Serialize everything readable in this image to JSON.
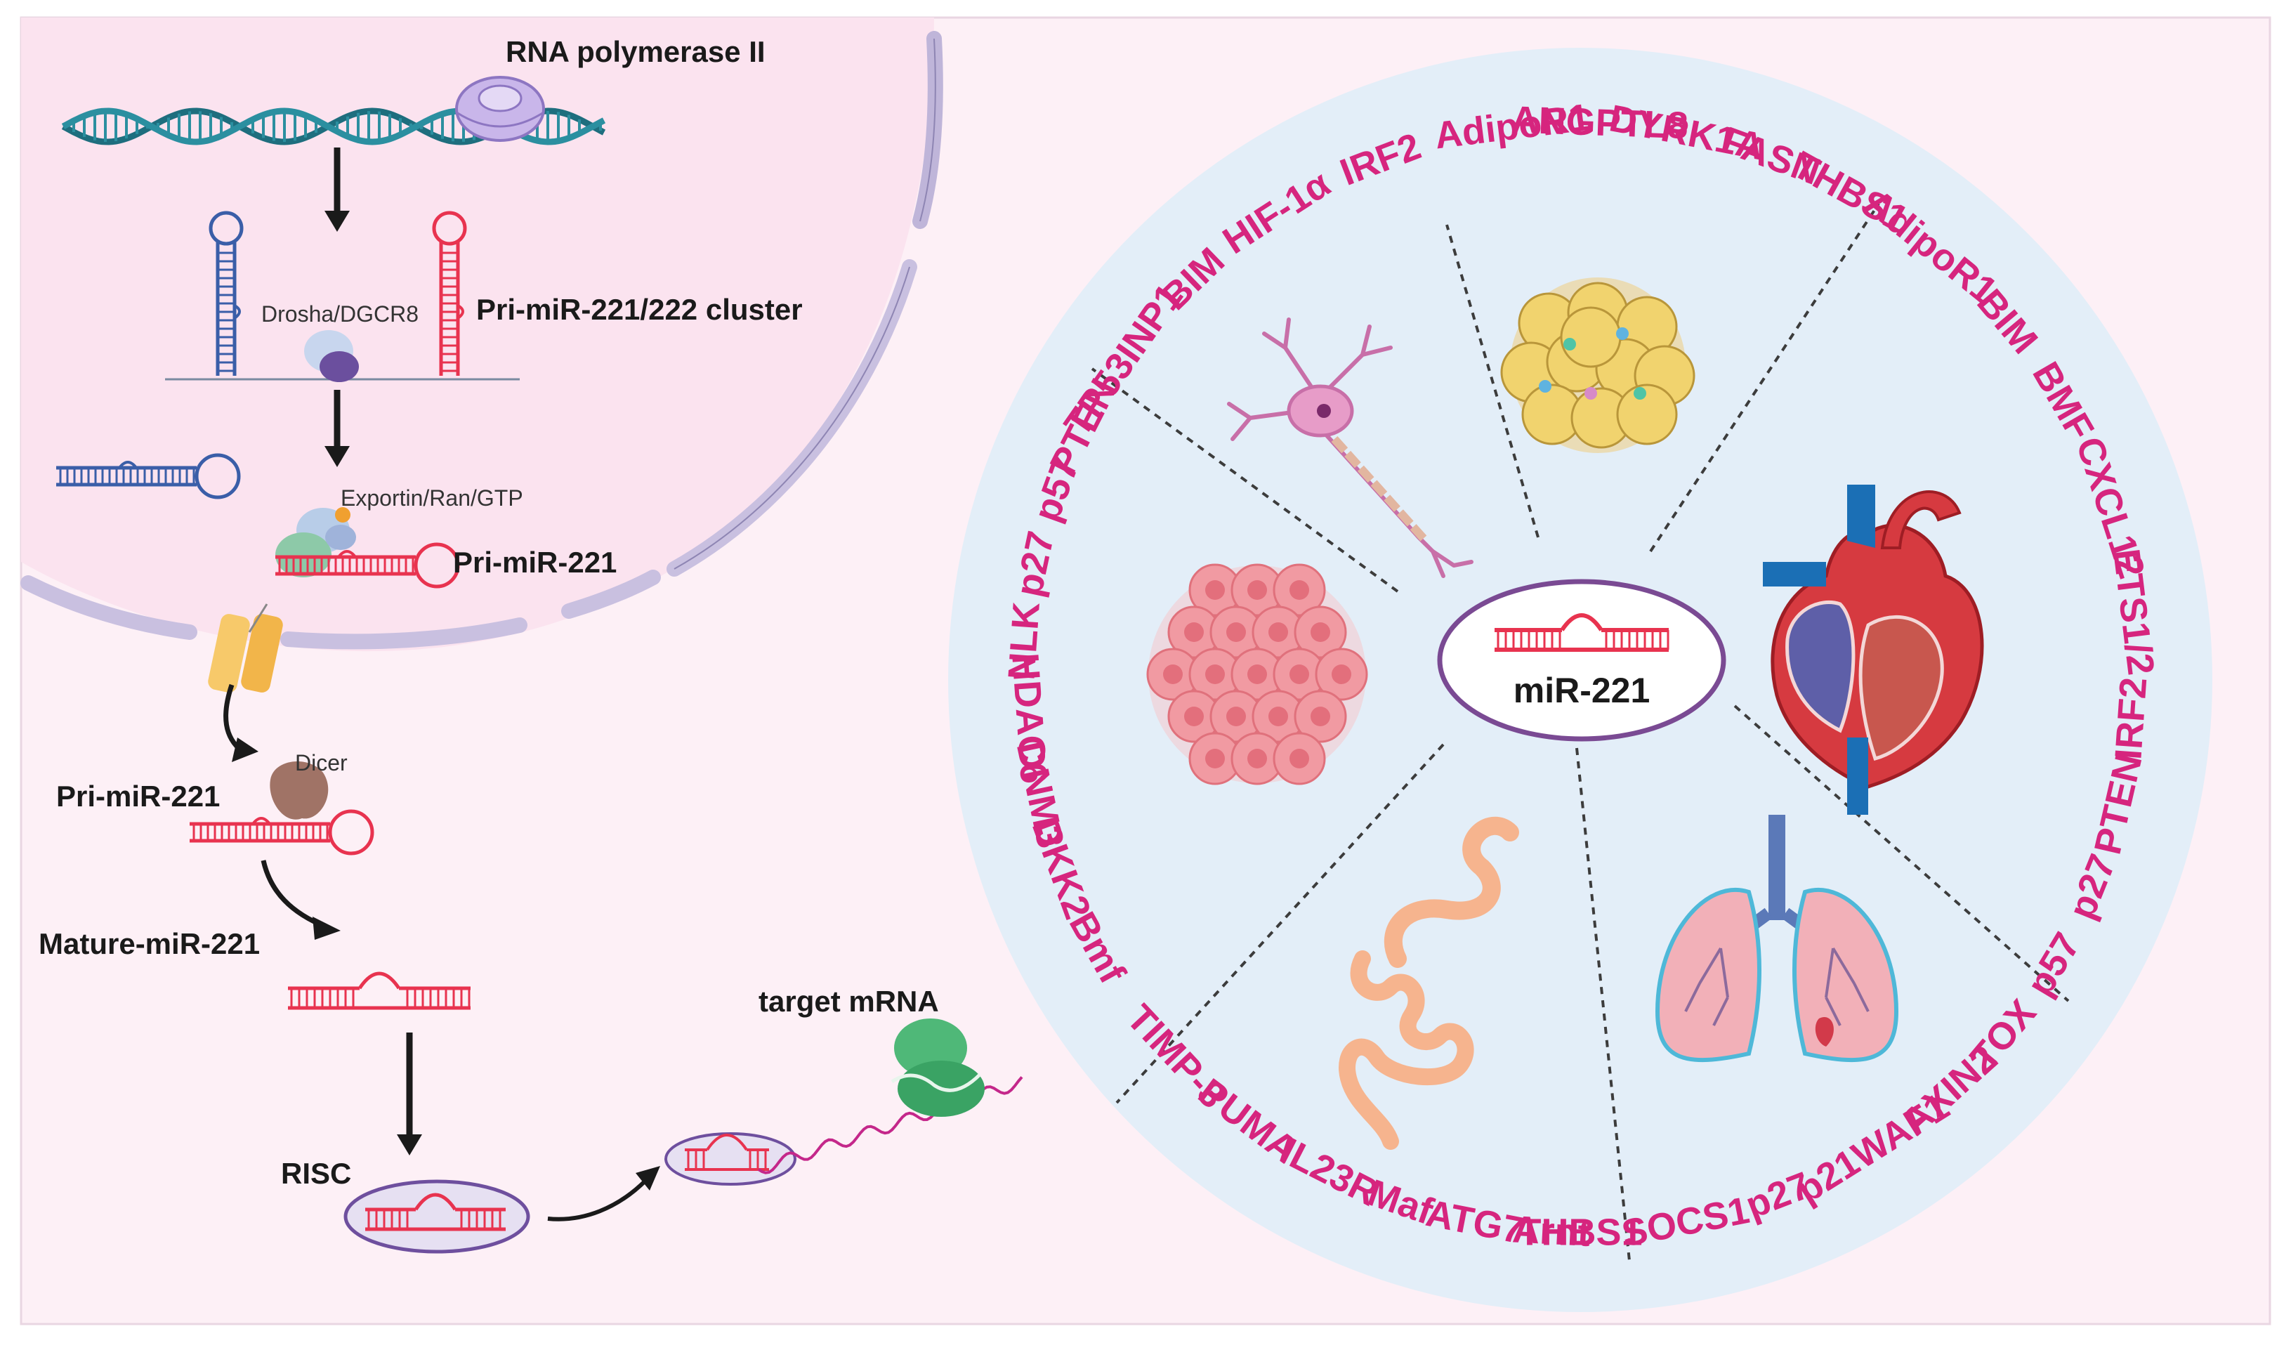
{
  "pathway": {
    "rna_pol": "RNA polymerase II",
    "drosha": "Drosha/DGCR8",
    "pri_cluster": "Pri-miR-221/222 cluster",
    "exportin": "Exportin/Ran/GTP",
    "pri_221_nucleus": "Pri-miR-221",
    "dicer": "Dicer",
    "pri_221_cyto": "Pri-miR-221",
    "mature": "Mature-miR-221",
    "risc": "RISC",
    "target_mrna": "target mRNA"
  },
  "hub": {
    "label": "miR-221"
  },
  "sectors": [
    {
      "organ": "neuron",
      "targets": [
        "BIM",
        "HIF-1α",
        "IRF2"
      ]
    },
    {
      "organ": "adipose",
      "targets": [
        "AdipoR1",
        "ANGPTL8",
        "DYRK1A",
        "FASN",
        "THBS1"
      ]
    },
    {
      "organ": "heart",
      "targets": [
        "AdipoR1",
        "BIM",
        "BMF",
        "CXCL12",
        "ETS1/2",
        "IRF2",
        "PTEN",
        "p27",
        "p57",
        "TOX"
      ]
    },
    {
      "organ": "lung",
      "targets": [
        "AXIN2",
        "p21WAF1",
        "p27",
        "SOCS1",
        "THBS1"
      ]
    },
    {
      "organ": "intestine",
      "targets": [
        "Arnt",
        "ATG7",
        "Maf",
        "IL23R",
        "PUMA",
        "TIMP-3"
      ]
    },
    {
      "organ": "tumor",
      "targets": [
        "Bmf",
        "DKK2",
        "DNM3",
        "HDAC6",
        "NLK",
        "p27",
        "p57",
        "PTEN",
        "TP53INP1"
      ]
    }
  ],
  "colors": {
    "target_text": "#d6257e",
    "nucleus_fill": "#fbe3ef",
    "circle_fill": "#e3eef8",
    "membrane": "#c9c0e0",
    "mirna": "#e8334f"
  }
}
